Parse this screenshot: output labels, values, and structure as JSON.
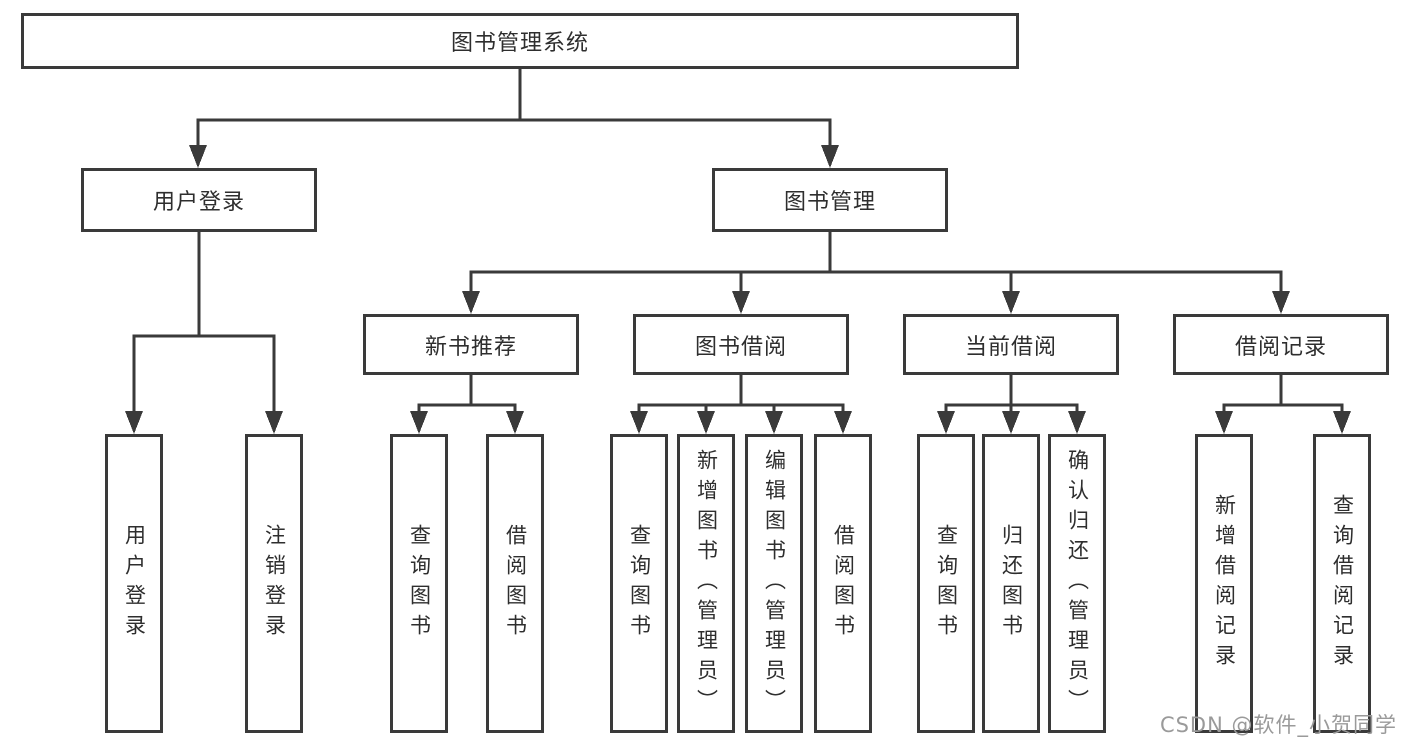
{
  "diagram": {
    "root": "图书管理系统",
    "children": [
      {
        "label": "用户登录",
        "leaves": [
          "用户登录",
          "注销登录"
        ]
      },
      {
        "label": "图书管理",
        "children": [
          {
            "label": "新书推荐",
            "leaves": [
              "查询图书",
              "借阅图书"
            ]
          },
          {
            "label": "图书借阅",
            "leaves": [
              "查询图书",
              "新增图书（管理员）",
              "编辑图书（管理员）",
              "借阅图书"
            ]
          },
          {
            "label": "当前借阅",
            "leaves": [
              "查询图书",
              "归还图书",
              "确认归还（管理员）"
            ]
          },
          {
            "label": "借阅记录",
            "leaves": [
              "新增借阅记录",
              "查询借阅记录"
            ]
          }
        ]
      }
    ],
    "watermark": "CSDN @软件_小贺同学",
    "colors": {
      "line": "#3a3a3a",
      "text": "#2e2e2e",
      "watermark": "#9a9a9a",
      "background": "#ffffff"
    }
  }
}
